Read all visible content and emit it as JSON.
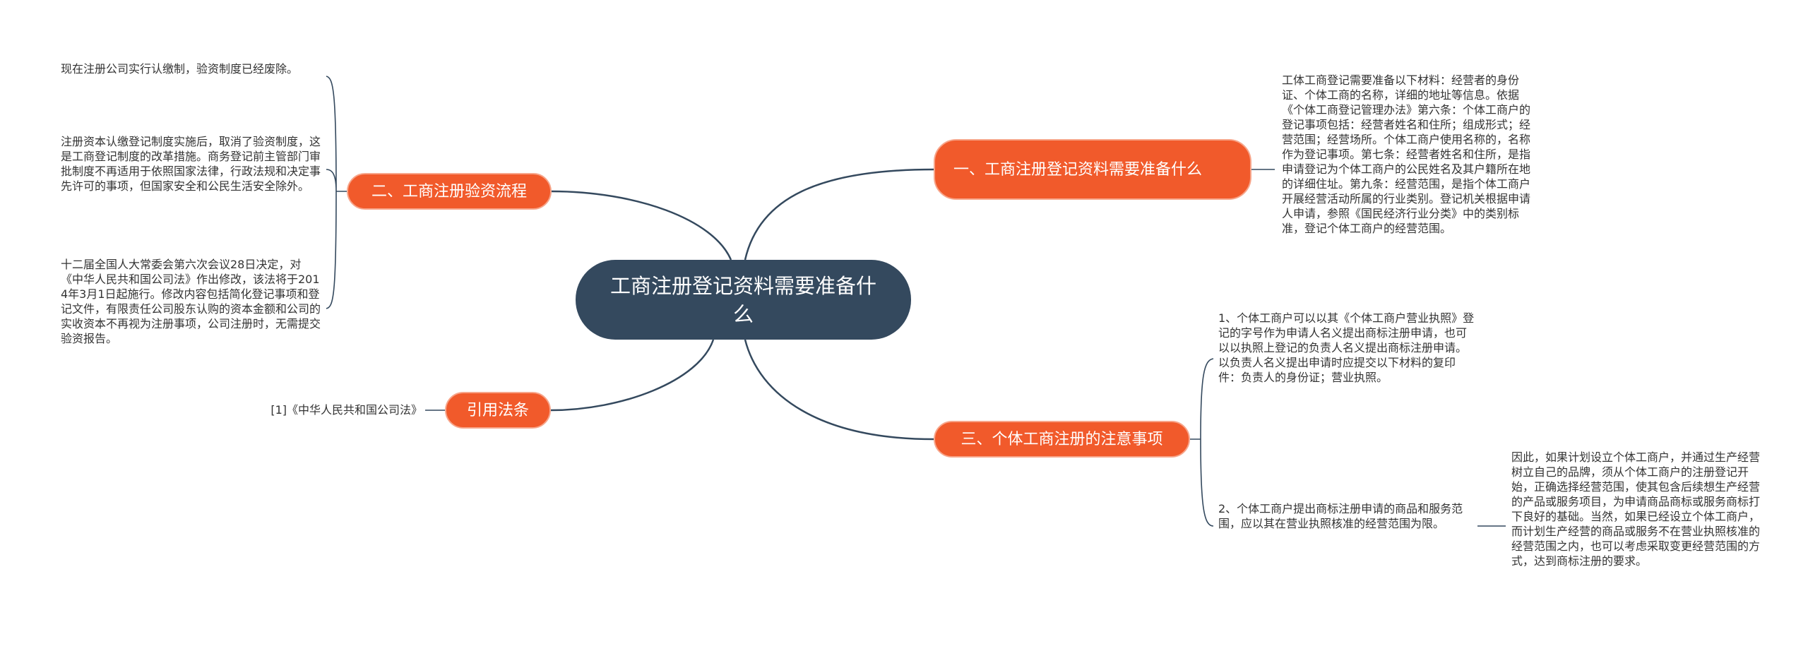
{
  "root": {
    "label": "工商注册登记资料需要准备什么"
  },
  "branches": [
    {
      "label": "一、工商注册登记资料需要准备什么",
      "leaves": [
        "工体工商登记需要准备以下材料：经营者的身份证、个体工商的名称，详细的地址等信息。依据《个体工商登记管理办法》第六条：个体工商户的登记事项包括：经营者姓名和住所；组成形式；经营范围；经营场所。个体工商户使用名称的，名称作为登记事项。第七条：经营者姓名和住所，是指申请登记为个体工商户的公民姓名及其户籍所在地的详细住址。第九条：经营范围，是指个体工商户开展经营活动所属的行业类别。登记机关根据申请人申请，参照《国民经济行业分类》中的类别标准，登记个体工商户的经营范围。"
      ]
    },
    {
      "label": "二、工商注册验资流程",
      "leaves": [
        "现在注册公司实行认缴制，验资制度已经废除。",
        "注册资本认缴登记制度实施后，取消了验资制度，这是工商登记制度的改革措施。商务登记前主管部门审批制度不再适用于依照国家法律，行政法规和决定事先许可的事项，但国家安全和公民生活安全除外。",
        "十二届全国人大常委会第六次会议28日决定，对《中华人民共和国公司法》作出修改，该法将于2014年3月1日起施行。修改内容包括简化登记事项和登记文件，有限责任公司股东认购的资本金额和公司的实收资本不再视为注册事项，公司注册时，无需提交验资报告。"
      ]
    },
    {
      "label": "三、个体工商注册的注意事项",
      "leaves": [
        "1、个体工商户可以以其《个体工商户营业执照》登记的字号作为申请人名义提出商标注册申请，也可以以执照上登记的负责人名义提出商标注册申请。以负责人名义提出申请时应提交以下材料的复印件：负责人的身份证；营业执照。",
        "2、个体工商户提出商标注册申请的商品和服务范围，应以其在营业执照核准的经营范围为限。"
      ],
      "sub_leaf": "因此，如果计划设立个体工商户，并通过生产经营树立自己的品牌，须从个体工商户的注册登记开始，正确选择经营范围，使其包含后续想生产经营的产品或服务项目，为申请商品商标或服务商标打下良好的基础。当然，如果已经设立个体工商户，而计划生产经营的商品或服务不在营业执照核准的经营范围之内，也可以考虑采取变更经营范围的方式，达到商标注册的要求。"
    },
    {
      "label": "引用法条",
      "leaves": [
        "[1]《中华人民共和国公司法》"
      ]
    }
  ],
  "colors": {
    "root": "#34495e",
    "branch": "#f15a2b",
    "line": "#34495e",
    "text": "#333333"
  }
}
